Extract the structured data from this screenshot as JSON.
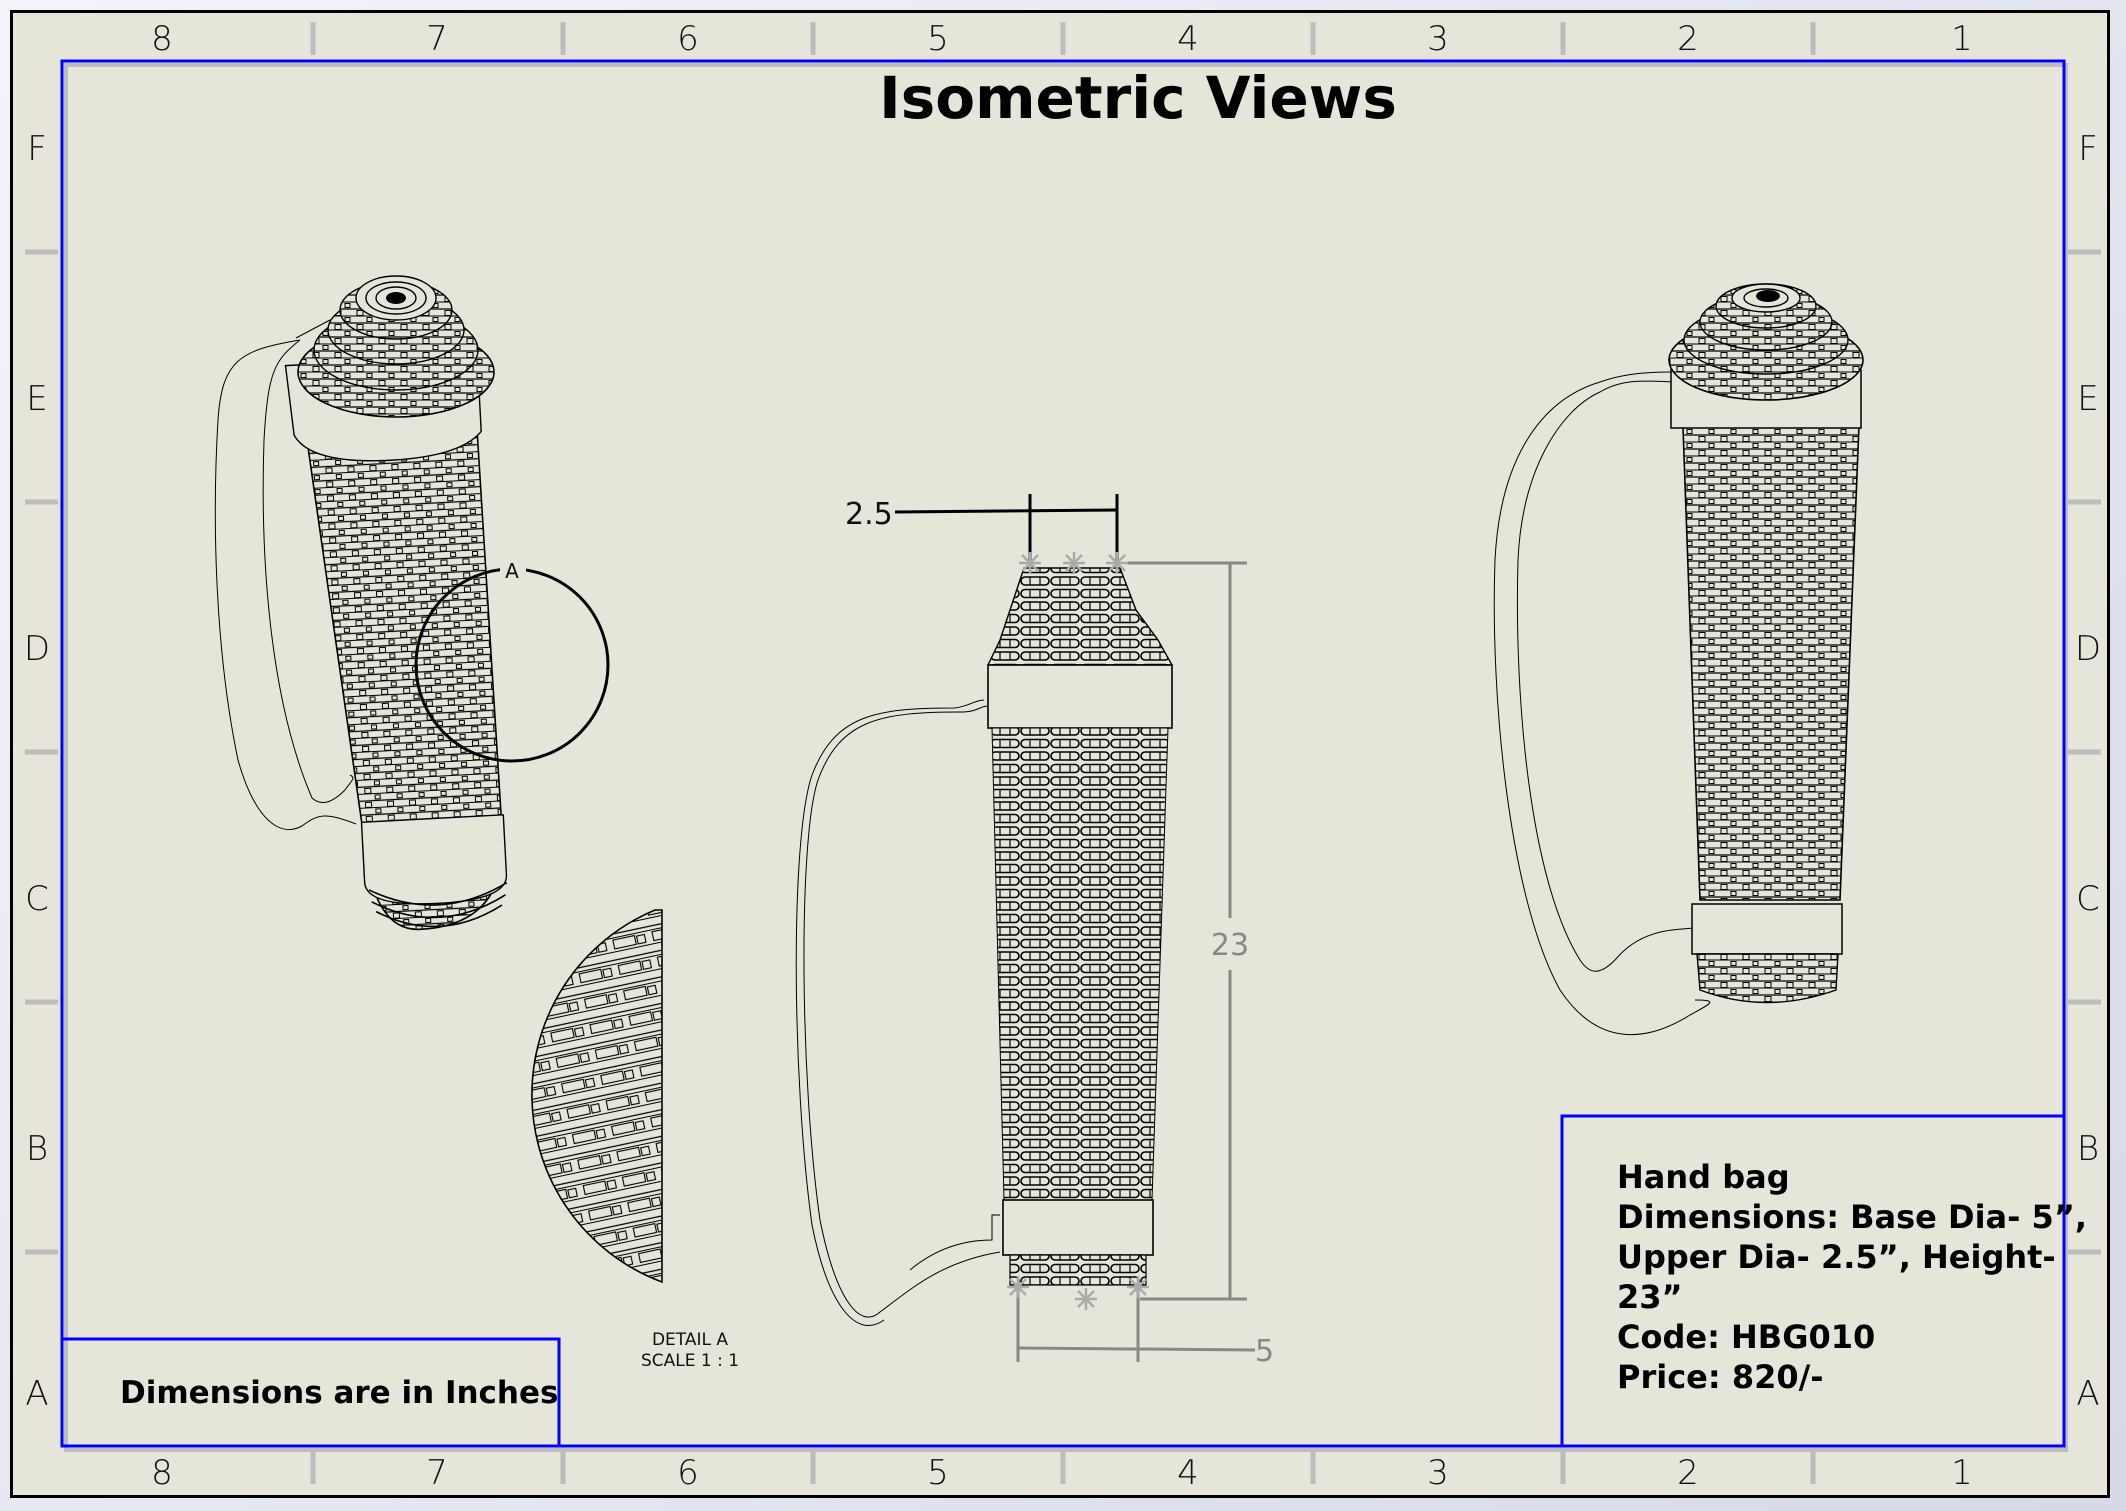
{
  "sheet": {
    "title": "Isometric Views",
    "columns_top": [
      "8",
      "7",
      "6",
      "5",
      "4",
      "3",
      "2",
      "1"
    ],
    "columns_bottom": [
      "8",
      "7",
      "6",
      "5",
      "4",
      "3",
      "2",
      "1"
    ],
    "rows_left": [
      "F",
      "E",
      "D",
      "C",
      "B",
      "A"
    ],
    "rows_right": [
      "F",
      "E",
      "D",
      "C",
      "B",
      "A"
    ],
    "border_color": "#0000ff",
    "background_color": "#e5e5da"
  },
  "units_note": "Dimensions are in Inches",
  "detail": {
    "callout_letter": "A",
    "label_line1": "DETAIL A",
    "label_line2": "SCALE 1 : 1"
  },
  "dimensions": {
    "upper_diameter": "2.5",
    "height": "23",
    "base_diameter": "5"
  },
  "info_block": {
    "lines": [
      "Hand bag",
      "Dimensions: Base Dia- 5”,",
      "Upper Dia- 2.5”, Height-",
      "23”",
      "Code: HBG010",
      "Price: 820/-"
    ]
  },
  "views": [
    {
      "name": "Isometric view left"
    },
    {
      "name": "Front view with dimensions"
    },
    {
      "name": "Isometric view right"
    },
    {
      "name": "Detail A"
    }
  ]
}
